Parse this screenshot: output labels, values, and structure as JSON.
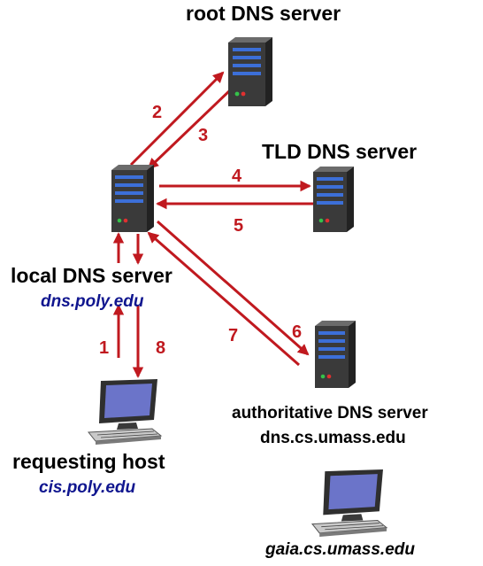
{
  "labels": {
    "root": "root DNS server",
    "tld": "TLD DNS server",
    "local": "local DNS server",
    "local_host": "dns.poly.edu",
    "auth": "authoritative DNS server",
    "auth_host": "dns.cs.umass.edu",
    "requesting": "requesting host",
    "requesting_host": "cis.poly.edu",
    "gaia": "gaia.cs.umass.edu"
  },
  "steps": {
    "s1": "1",
    "s2": "2",
    "s3": "3",
    "s4": "4",
    "s5": "5",
    "s6": "6",
    "s7": "7",
    "s8": "8"
  },
  "colors": {
    "arrow": "#c0191f",
    "host_text": "#10168f",
    "server_body": "#3a3a3a",
    "server_bay": "#3c6fd8",
    "screen": "#6b74c9"
  }
}
